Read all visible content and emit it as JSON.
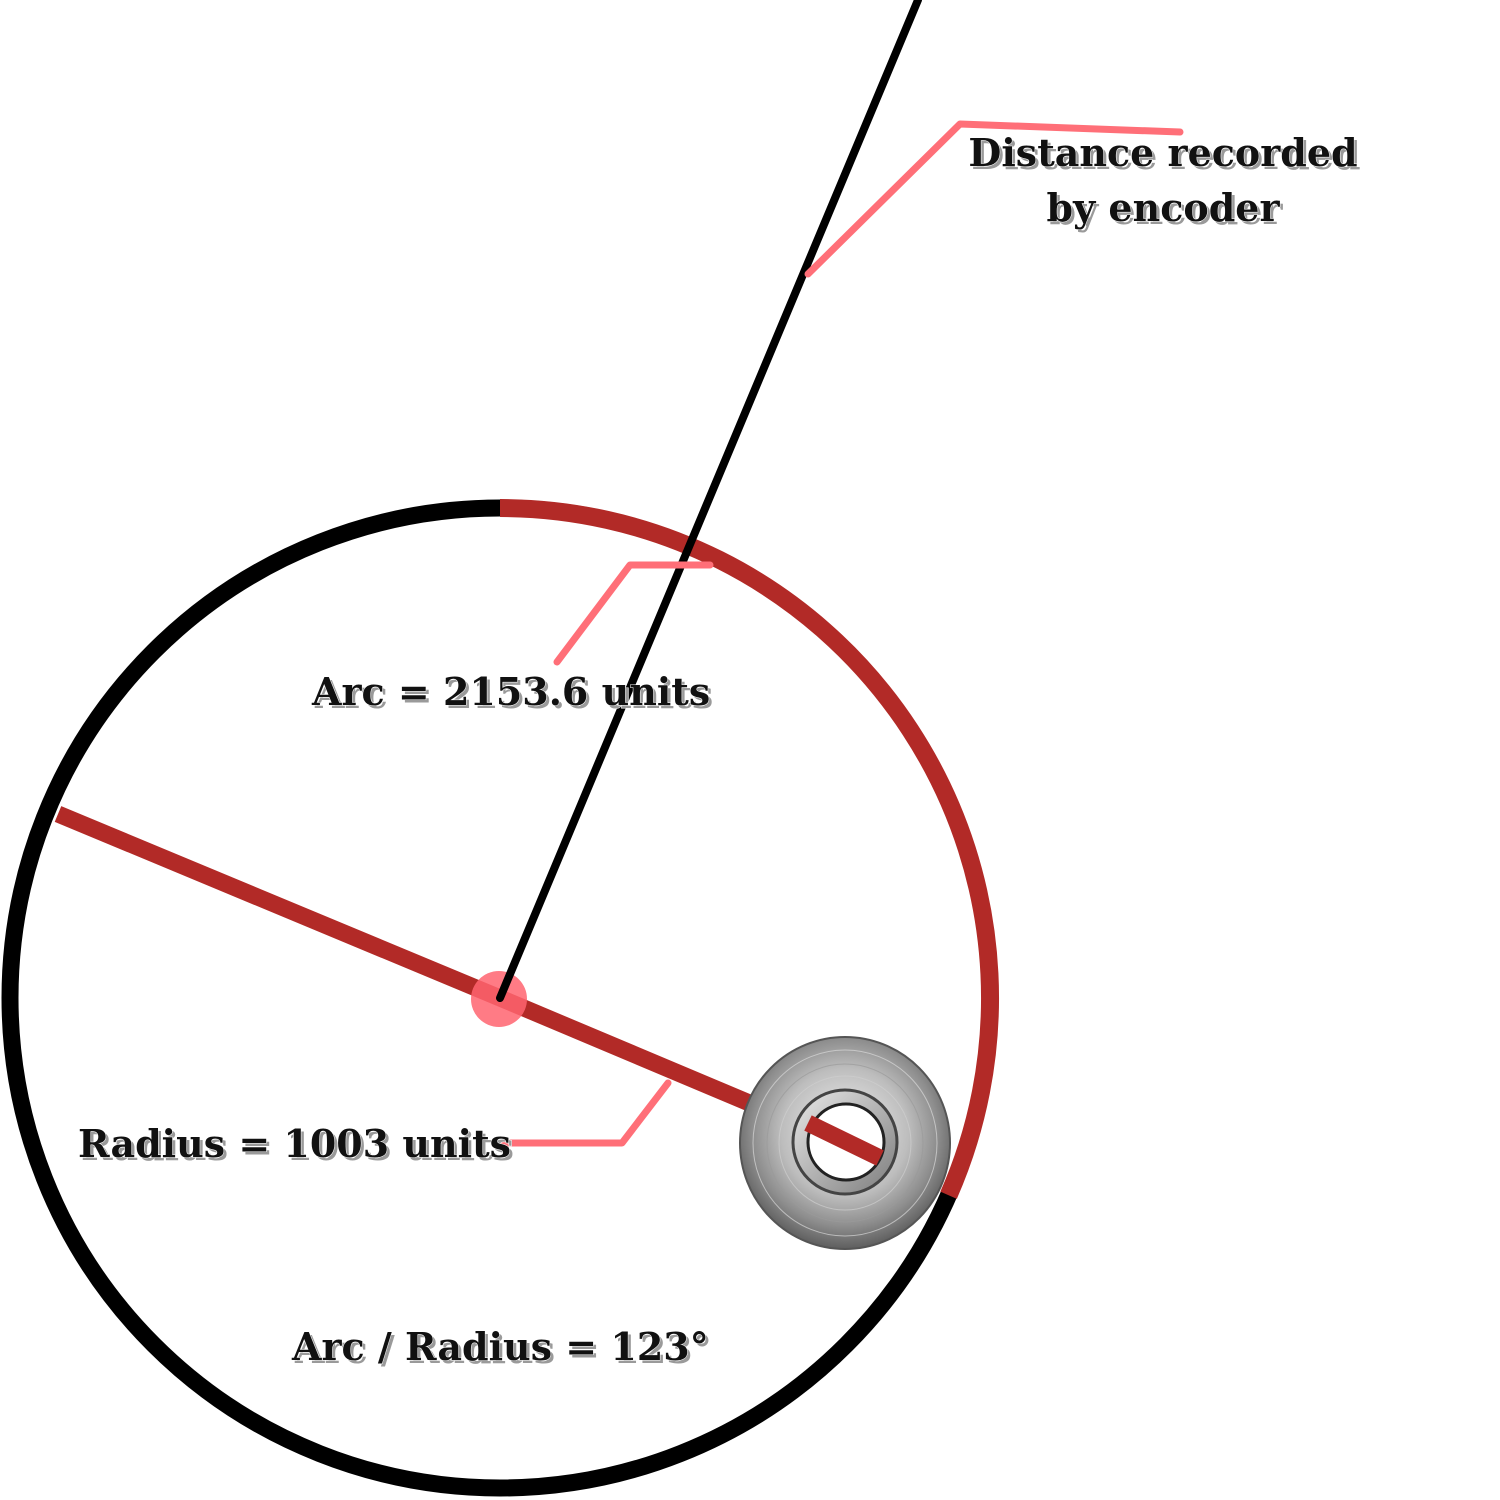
{
  "labels": {
    "encoder_line1": "Distance recorded",
    "encoder_line2": "by encoder",
    "arc": "Arc = 2153.6 units",
    "radius": "Radius = 1003 units",
    "angle": "Arc / Radius = 123°"
  },
  "colors": {
    "circle": "#000000",
    "arc_highlight": "#b22a27",
    "leader": "#ff6f78",
    "center_dot": "#ff6470",
    "background": "#ffffff"
  },
  "icons": {
    "encoder_wheel": "encoder-wheel-icon"
  }
}
